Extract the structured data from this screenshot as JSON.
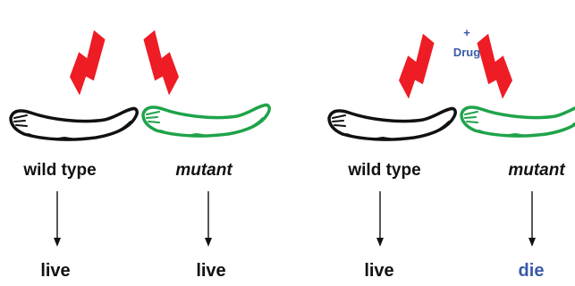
{
  "colors": {
    "bolt": "#ee1c25",
    "wild_type_worm": "#111111",
    "mutant_worm": "#1fa34a",
    "arrow": "#111111",
    "drug_text": "#3a5aa8",
    "die_text": "#3a5aa8"
  },
  "icons": {
    "stress": "lightning-bolt-icon",
    "organism": "larva-icon"
  },
  "panels": [
    {
      "wild_type_label": "wild type",
      "mutant_label": "mutant",
      "wild_type_outcome": "live",
      "mutant_outcome": "live"
    },
    {
      "drug_plus": "+",
      "drug_label": "Drug",
      "wild_type_label": "wild type",
      "mutant_label": "mutant",
      "wild_type_outcome": "live",
      "mutant_outcome": "die"
    }
  ]
}
